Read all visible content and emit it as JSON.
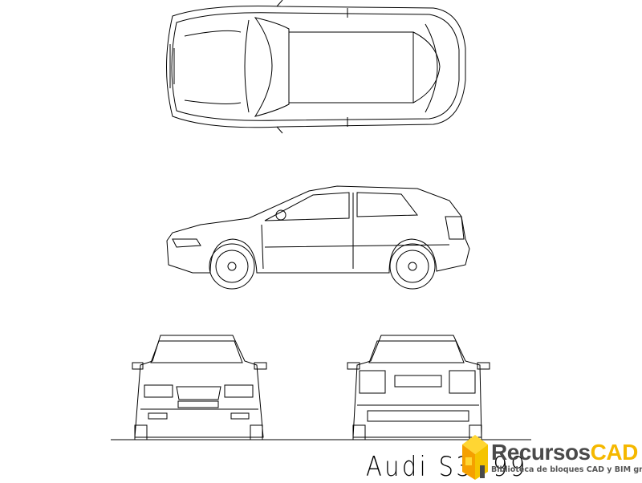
{
  "drawing": {
    "title": "Audi S3 '99",
    "views": [
      "top",
      "side",
      "front",
      "rear"
    ]
  },
  "logo": {
    "brand_part1": "Recursos",
    "brand_part2": "CAD",
    "tagline": "Biblioteca de bloques CAD y BIM gratuita",
    "colors": {
      "orange": "#f5a000",
      "yellow": "#f5c400",
      "gray": "#4a4a4a"
    }
  }
}
